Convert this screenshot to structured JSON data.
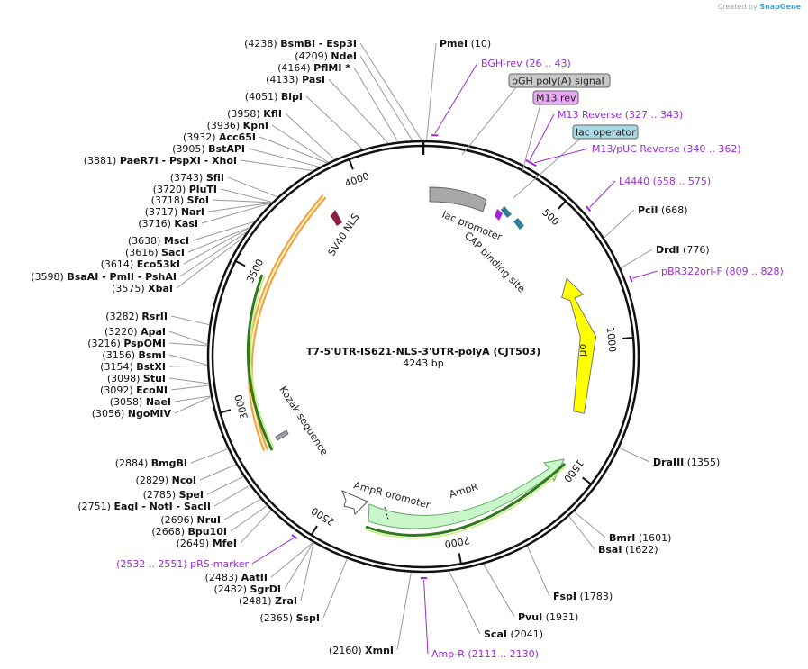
{
  "credit": {
    "created_by": "Created by",
    "app": "SnapGene"
  },
  "plasmid": {
    "name": "T7-5'UTR-IS621-NLS-3'UTR-polyA (CJT503)",
    "length_label": "4243 bp",
    "length": 4243
  },
  "ticks": [
    500,
    1000,
    1500,
    2000,
    2500,
    3000,
    3500,
    4000
  ],
  "enzymes_right": [
    {
      "name": "PmeI",
      "pos": "(10)",
      "bp": 10
    },
    {
      "name": "PciI",
      "pos": "(668)",
      "bp": 668
    },
    {
      "name": "DrdI",
      "pos": "(776)",
      "bp": 776
    },
    {
      "name": "DraIII",
      "pos": "(1355)",
      "bp": 1355
    },
    {
      "name": "BmrI",
      "pos": "(1601)",
      "bp": 1601
    },
    {
      "name": "BsaI",
      "pos": "(1622)",
      "bp": 1622
    },
    {
      "name": "FspI",
      "pos": "(1783)",
      "bp": 1783
    },
    {
      "name": "PvuI",
      "pos": "(1931)",
      "bp": 1931
    },
    {
      "name": "ScaI",
      "pos": "(2041)",
      "bp": 2041
    }
  ],
  "enzymes_left": [
    {
      "pos": "(4238)",
      "name": "BsmBI",
      "extra": "- Esp3I",
      "bp": 4238
    },
    {
      "pos": "(4209)",
      "name": "NdeI",
      "bp": 4209
    },
    {
      "pos": "(4164)",
      "name": "PflMI *",
      "bp": 4164
    },
    {
      "pos": "(4133)",
      "name": "PasI",
      "bp": 4133
    },
    {
      "pos": "(4051)",
      "name": "BlpI",
      "bp": 4051
    },
    {
      "pos": "(3958)",
      "name": "KflI",
      "bp": 3958
    },
    {
      "pos": "(3936)",
      "name": "KpnI",
      "bp": 3936
    },
    {
      "pos": "(3932)",
      "name": "Acc65I",
      "bp": 3932
    },
    {
      "pos": "(3905)",
      "name": "BstAPI",
      "bp": 3905
    },
    {
      "pos": "(3881)",
      "name": "PaeR7I",
      "extra": "- PspXI - XhoI",
      "bp": 3881
    },
    {
      "pos": "(3743)",
      "name": "SfiI",
      "bp": 3743
    },
    {
      "pos": "(3720)",
      "name": "PluTI",
      "bp": 3720
    },
    {
      "pos": "(3718)",
      "name": "SfoI",
      "bp": 3718
    },
    {
      "pos": "(3717)",
      "name": "NarI",
      "bp": 3717
    },
    {
      "pos": "(3716)",
      "name": "KasI",
      "bp": 3716
    },
    {
      "pos": "(3638)",
      "name": "MscI",
      "bp": 3638
    },
    {
      "pos": "(3616)",
      "name": "SacI",
      "bp": 3616
    },
    {
      "pos": "(3614)",
      "name": "Eco53kI",
      "bp": 3614
    },
    {
      "pos": "(3598)",
      "name": "BsaAI",
      "extra": "- PmlI - PshAI",
      "bp": 3598
    },
    {
      "pos": "(3575)",
      "name": "XbaI",
      "bp": 3575
    },
    {
      "pos": "(3282)",
      "name": "RsrII",
      "bp": 3282
    },
    {
      "pos": "(3220)",
      "name": "ApaI",
      "bp": 3220
    },
    {
      "pos": "(3216)",
      "name": "PspOMI",
      "bp": 3216
    },
    {
      "pos": "(3156)",
      "name": "BsmI",
      "bp": 3156
    },
    {
      "pos": "(3154)",
      "name": "BstXI",
      "bp": 3154
    },
    {
      "pos": "(3098)",
      "name": "StuI",
      "bp": 3098
    },
    {
      "pos": "(3092)",
      "name": "EcoNI",
      "bp": 3092
    },
    {
      "pos": "(3058)",
      "name": "NaeI",
      "bp": 3058
    },
    {
      "pos": "(3056)",
      "name": "NgoMIV",
      "bp": 3056
    },
    {
      "pos": "(2884)",
      "name": "BmgBI",
      "bp": 2884
    },
    {
      "pos": "(2829)",
      "name": "NcoI",
      "bp": 2829
    },
    {
      "pos": "(2785)",
      "name": "SpeI",
      "bp": 2785
    },
    {
      "pos": "(2751)",
      "name": "EagI",
      "extra": "- NotI - SacII",
      "bp": 2751
    },
    {
      "pos": "(2696)",
      "name": "NruI",
      "bp": 2696
    },
    {
      "pos": "(2668)",
      "name": "Bpu10I",
      "bp": 2668
    },
    {
      "pos": "(2649)",
      "name": "MfeI",
      "bp": 2649
    },
    {
      "pos": "(2483)",
      "name": "AatII",
      "bp": 2483
    },
    {
      "pos": "(2482)",
      "name": "SgrDI",
      "bp": 2482
    },
    {
      "pos": "(2481)",
      "name": "ZraI",
      "bp": 2481
    },
    {
      "pos": "(2365)",
      "name": "SspI",
      "bp": 2365
    },
    {
      "pos": "(2160)",
      "name": "XmnI",
      "bp": 2160
    }
  ],
  "primers": [
    {
      "name": "BGH-rev",
      "range": "(26 .. 43)",
      "bp": 35
    },
    {
      "name": "M13 Reverse",
      "range": "(327 .. 343)",
      "bp": 335
    },
    {
      "name": "M13/pUC Reverse",
      "range": "(340 .. 362)",
      "bp": 351
    },
    {
      "name": "L4440",
      "range": "(558 .. 575)",
      "bp": 567
    },
    {
      "name": "pBR322ori-F",
      "range": "(809 .. 828)",
      "bp": 819
    },
    {
      "name": "Amp-R",
      "range": "(2111 .. 2130)",
      "bp": 2120
    },
    {
      "name": "pRS-marker",
      "range": "(2532 .. 2551)",
      "bp": 2541
    }
  ],
  "boxed_labels": [
    {
      "name": "bGH poly(A) signal",
      "color": "#c8c8c8",
      "bp": 130
    },
    {
      "name": "M13 rev",
      "color": "#e7a8f2",
      "bp": 335
    },
    {
      "name": "lac operator",
      "color": "#a9d8e3",
      "bp": 370
    }
  ],
  "features": [
    {
      "name": "ori",
      "color": "#ffff00"
    },
    {
      "name": "AmpR",
      "color": "#c9f7c9"
    },
    {
      "name": "AmpR promoter",
      "color": "#ffffff"
    },
    {
      "name": "lac promoter",
      "color": "#a8a8a8"
    },
    {
      "name": "CAP binding site",
      "color": "#2f7f95"
    },
    {
      "name": "SV40 NLS",
      "color": "#8a1f45"
    },
    {
      "name": "Kozak sequence",
      "color": "#9aa0b5"
    }
  ]
}
